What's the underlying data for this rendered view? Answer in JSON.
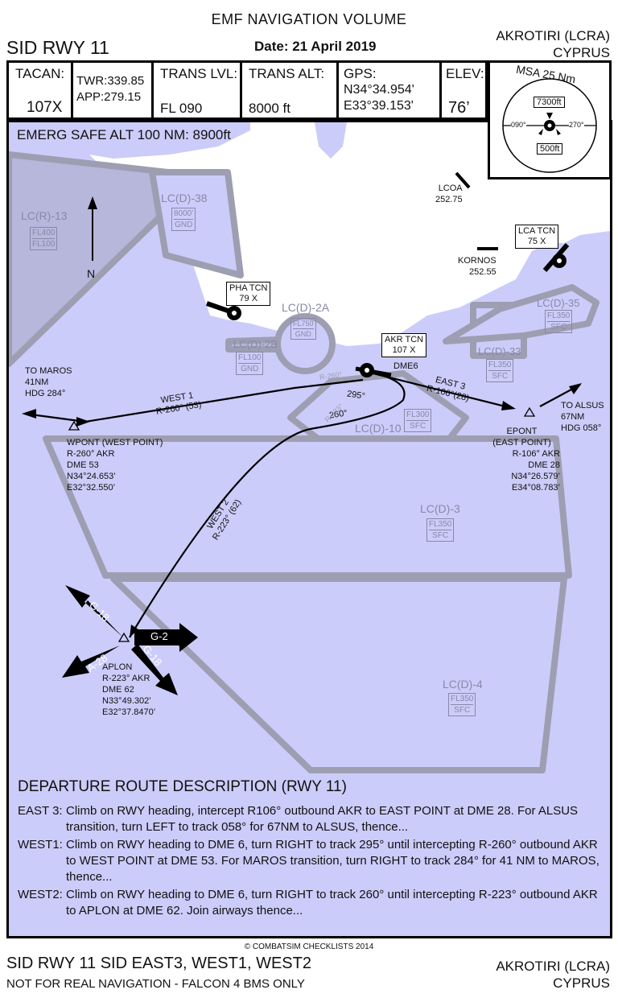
{
  "header": {
    "title": "EMF NAVIGATION VOLUME",
    "chart_name": "SID RWY 11",
    "date": "Date: 21 April 2019",
    "airport": "AKROTIRI (LCRA)",
    "country": "CYPRUS"
  },
  "info": {
    "tacan_label": "TACAN:",
    "tacan_value": "107X",
    "twr": "TWR:339.85",
    "app": "APP:279.15",
    "trans_lvl_label": "TRANS LVL:",
    "trans_lvl_value": "FL 090",
    "trans_alt_label": "TRANS ALT:",
    "trans_alt_value": "8000 ft",
    "gps_label": "GPS:",
    "gps_lat": "N34°34.954'",
    "gps_lon": "E33°39.153'",
    "elev_label": "ELEV:",
    "elev_value": "76’"
  },
  "msa": {
    "title": "MSA 25 Nm",
    "north_alt": "7300ft",
    "south_alt": "500ft",
    "left_bearing": "090°",
    "right_bearing": "270°"
  },
  "map": {
    "emerg": "EMERG SAFE ALT 100 NM: 8900ft",
    "north": "N",
    "areas": [
      {
        "name": "LC(R)-13",
        "top": "FL400",
        "bottom": "FL100"
      },
      {
        "name": "LC(D)-38",
        "top": "8000’",
        "bottom": "GND"
      },
      {
        "name": "LC(D)-2A",
        "top": "FL750",
        "bottom": "GND"
      },
      {
        "name": "LC(D)-2B",
        "top": "FL100",
        "bottom": "GND"
      },
      {
        "name": "LC(D)-10",
        "top": "FL300",
        "bottom": "SFC"
      },
      {
        "name": "LC(D)-33",
        "top": "FL350",
        "bottom": "SFC"
      },
      {
        "name": "LC(D)-35",
        "top": "FL350",
        "bottom": "SFC"
      },
      {
        "name": "LC(D)-3",
        "top": "FL350",
        "bottom": "SFC"
      },
      {
        "name": "LC(D)-4",
        "top": "FL350",
        "bottom": "SFC"
      }
    ],
    "navaids": {
      "pha": [
        "PHA TCN",
        "79 X"
      ],
      "akr": [
        "AKR TCN",
        "107 X"
      ],
      "lca": [
        "LCA TCN",
        "75 X"
      ],
      "lcoa": [
        "LCOA",
        "252.75"
      ],
      "kornos": [
        "KORNOS",
        "252.55"
      ]
    },
    "dme6": "DME6",
    "routes": {
      "east3": [
        "EAST 3",
        "R-106°(28)"
      ],
      "west1": [
        "WEST 1",
        "R-260° (53)"
      ],
      "west2": [
        "WEST 2",
        "R-223° (62)"
      ],
      "r295": "295°",
      "r260": "260°",
      "r260b": "R-260°",
      "r223": "R-223°"
    },
    "wpont": [
      "WPONT (WEST POINT)",
      "R-260° AKR",
      "DME 53",
      "N34°24.653’",
      "E32°32.550’"
    ],
    "epont": [
      "EPONT",
      "(EAST POINT)",
      "R-106° AKR",
      "DME 28",
      "N34°26.579’",
      "E34°08.783’"
    ],
    "aplon": [
      "APLON",
      "R-223° AKR",
      "DME 62",
      "N33°49.302’",
      "E32°37.8470’"
    ],
    "maros": [
      "TO MAROS",
      "41NM",
      "HDG 284°"
    ],
    "alsus": [
      "TO ALSUS",
      "67NM",
      "HDG 058°"
    ],
    "airways": {
      "g18a": "G-18",
      "g2": "G-2",
      "g18b": "G-18",
      "a28": "A-28"
    }
  },
  "description": {
    "title": "DEPARTURE ROUTE DESCRIPTION (RWY 11)",
    "items": [
      {
        "key": "EAST 3:",
        "text": "Climb on RWY heading, intercept R106° outbound AKR to EAST POINT at DME 28. For ALSUS transition, turn LEFT to track 058° for 67NM to ALSUS, thence..."
      },
      {
        "key": "WEST1:",
        "text": "Climb on RWY heading to DME 6, turn RIGHT to track 295° until intercepting R-260° outbound AKR to WEST POINT at DME 53. For MAROS transition, turn RIGHT to track 284° for 41 NM to MAROS, thence..."
      },
      {
        "key": "WEST2:",
        "text": "Climb on RWY heading to DME 6, turn RIGHT to track 260° until intercepting R-223° outbound AKR to APLON at DME 62. Join airways thence..."
      }
    ]
  },
  "footer": {
    "copyright": "© COMBATSIM CHECKLISTS 2014",
    "chart": "SID RWY 11 SID EAST3, WEST1, WEST2",
    "warning": "NOT FOR REAL NAVIGATION - FALCON 4 BMS ONLY",
    "airport": "AKROTIRI (LCRA)",
    "country": "CYPRUS"
  },
  "colors": {
    "sea": "#ccccfa",
    "land": "#ffffff",
    "area_fill": "#b7b7dc",
    "area_stroke": "#9e9eb2"
  }
}
